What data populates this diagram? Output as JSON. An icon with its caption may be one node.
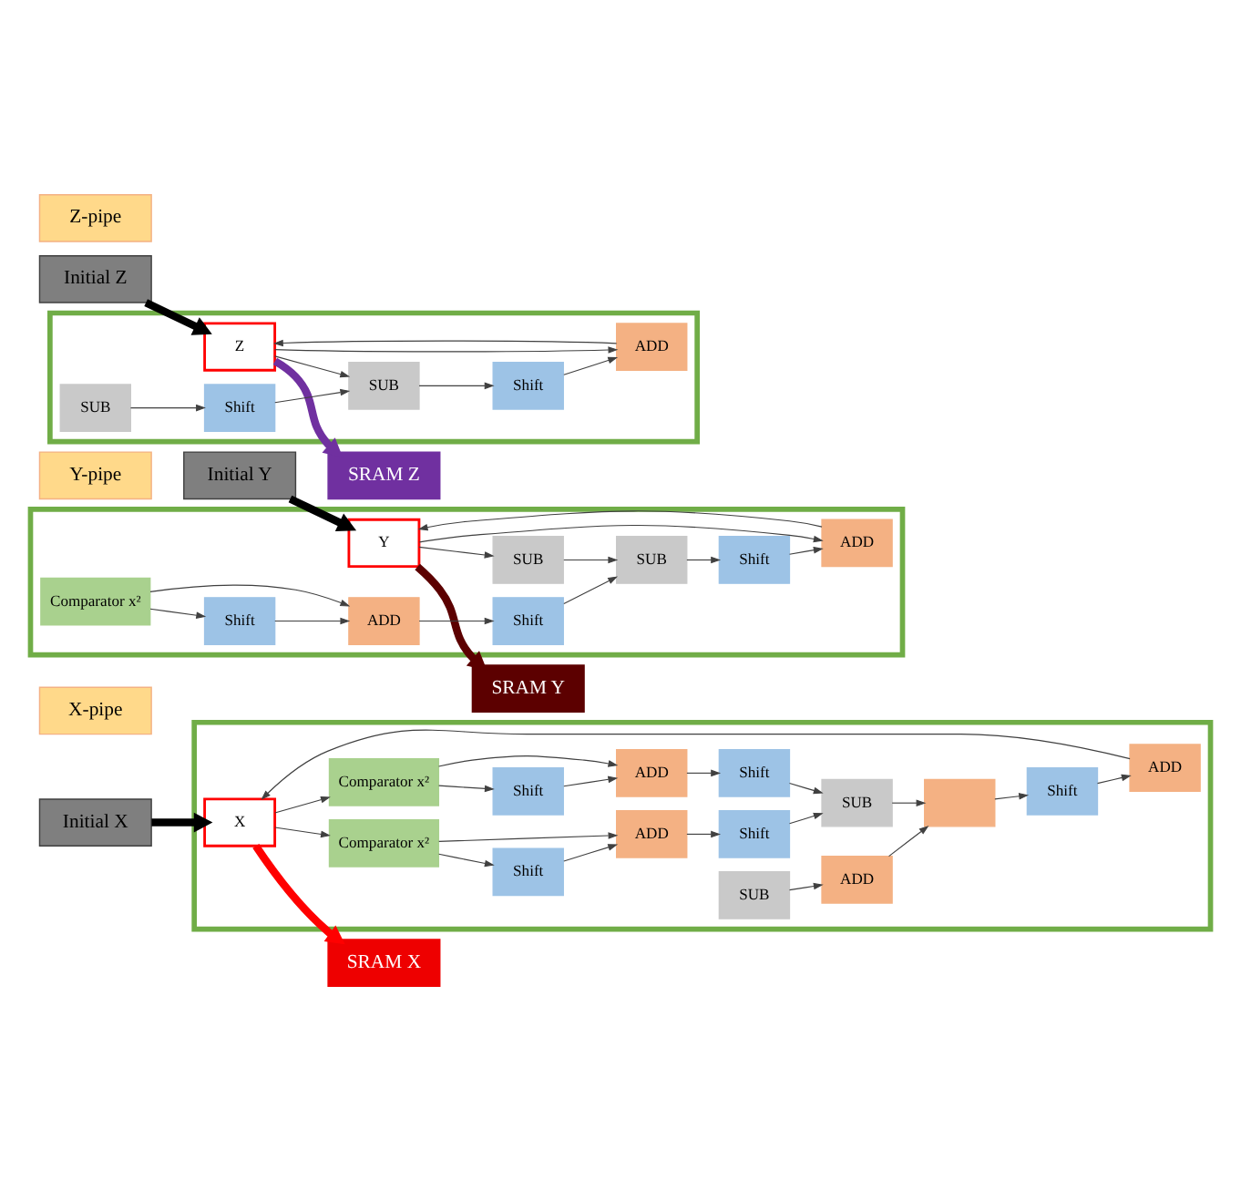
{
  "diagram": {
    "nodes": [
      {
        "text": [
          "Initial X"
        ]
      },
      {
        "text": [],
        "shape": "box"
      },
      {
        "text": [
          "X-pipe"
        ]
      },
      {
        "text": [
          "SRAM X"
        ]
      },
      {
        "text": [
          "X"
        ],
        "in": 1
      },
      {
        "text": [
          "ADD"
        ],
        "in": 1
      },
      {
        "text": [
          "Shift"
        ],
        "in": 1
      },
      {
        "text": [],
        "shape": "box",
        "in": 1
      },
      {
        "text": [
          "SUB"
        ],
        "in": 1
      },
      {
        "text": [
          "ADD"
        ],
        "in": 1
      },
      {
        "text": [
          "Comparator x²"
        ],
        "in": 1
      },
      {
        "text": [
          "Shift"
        ],
        "in": 1
      },
      {
        "text": [
          "ADD"
        ],
        "in": 1
      },
      {
        "text": [
          "Shift"
        ],
        "in": 1
      },
      {
        "text": [
          "SUB"
        ],
        "in": 1
      },
      {
        "text": [
          "Comparator x²"
        ],
        "in": 1
      },
      {
        "text": [
          "Shift"
        ],
        "in": 1
      },
      {
        "text": [
          "ADD"
        ],
        "in": 1
      },
      {
        "text": [
          "Shift"
        ],
        "in": 1
      },
      {
        "text": [
          "Initial Y"
        ]
      },
      {
        "text": [],
        "shape": "box"
      },
      {
        "text": [
          "Y-pipe"
        ]
      },
      {
        "text": [
          "SRAM Y"
        ]
      },
      {
        "text": [
          "Y"
        ],
        "in": 20
      },
      {
        "text": [
          "ADD"
        ],
        "in": 20
      },
      {
        "text": [
          "Shift"
        ],
        "in": 20
      },
      {
        "text": [
          "SUB"
        ],
        "in": 20
      },
      {
        "text": [
          "SUB"
        ],
        "in": 20
      },
      {
        "text": [
          "Comparator x²"
        ],
        "in": 20
      },
      {
        "text": [
          "Shift"
        ],
        "in": 20
      },
      {
        "text": [
          "ADD"
        ],
        "in": 20
      },
      {
        "text": [
          "Shift"
        ],
        "in": 20
      },
      {
        "text": [
          "Initial Z"
        ]
      },
      {
        "text": [],
        "shape": "box"
      },
      {
        "text": [
          "Z-pipe"
        ]
      },
      {
        "text": [
          "SRAM Z"
        ]
      },
      {
        "text": [
          "Z"
        ],
        "in": 33
      },
      {
        "text": [
          "ADD"
        ],
        "in": 33
      },
      {
        "text": [
          "Shift"
        ],
        "in": 33
      },
      {
        "text": [
          "SUB"
        ],
        "in": 33
      },
      {
        "text": [
          "Shift"
        ],
        "in": 33
      },
      {
        "text": [
          "SUB"
        ],
        "in": 33
      }
    ],
    "edges": [
      {
        "from": 0,
        "to": 4,
        "arrow": "to",
        "style": "thick"
      },
      {
        "from": 4,
        "to": 10,
        "arrow": "to"
      },
      {
        "from": 4,
        "to": 15,
        "arrow": "to"
      },
      {
        "from": 10,
        "to": 11,
        "arrow": "to"
      },
      {
        "from": 10,
        "to": 12,
        "arrow": "to"
      },
      {
        "from": 11,
        "to": 12,
        "arrow": "to"
      },
      {
        "from": 12,
        "to": 13,
        "arrow": "to"
      },
      {
        "from": 13,
        "to": 14,
        "arrow": "to"
      },
      {
        "from": 15,
        "to": 16,
        "arrow": "to"
      },
      {
        "from": 15,
        "to": 17,
        "arrow": "to"
      },
      {
        "from": 16,
        "to": 17,
        "arrow": "to"
      },
      {
        "from": 17,
        "to": 18,
        "arrow": "to"
      },
      {
        "from": 18,
        "to": 14,
        "arrow": "to"
      },
      {
        "from": 14,
        "to": 7,
        "arrow": "to"
      },
      {
        "from": 8,
        "to": 9,
        "arrow": "to"
      },
      {
        "from": 9,
        "to": 7,
        "arrow": "to"
      },
      {
        "from": 7,
        "to": 6,
        "arrow": "to"
      },
      {
        "from": 6,
        "to": 5,
        "arrow": "to"
      },
      {
        "from": 5,
        "to": 4,
        "arrow": "to"
      },
      {
        "from": 4,
        "to": 3,
        "arrow": "to",
        "style": "thick",
        "color": "#ff0000"
      },
      {
        "from": 19,
        "to": 23,
        "arrow": "to",
        "style": "thick"
      },
      {
        "from": 23,
        "to": 24,
        "arrow": "to"
      },
      {
        "from": 23,
        "to": 26,
        "arrow": "to"
      },
      {
        "from": 26,
        "to": 27,
        "arrow": "to"
      },
      {
        "from": 28,
        "to": 29,
        "arrow": "to"
      },
      {
        "from": 28,
        "to": 30,
        "arrow": "to"
      },
      {
        "from": 29,
        "to": 30,
        "arrow": "to"
      },
      {
        "from": 30,
        "to": 31,
        "arrow": "to"
      },
      {
        "from": 31,
        "to": 27,
        "arrow": "to"
      },
      {
        "from": 27,
        "to": 25,
        "arrow": "to"
      },
      {
        "from": 25,
        "to": 24,
        "arrow": "to"
      },
      {
        "from": 24,
        "to": 23,
        "arrow": "to"
      },
      {
        "from": 23,
        "to": 22,
        "arrow": "to",
        "style": "thick",
        "color": "#5c0000"
      },
      {
        "from": 32,
        "to": 36,
        "arrow": "to",
        "style": "thick"
      },
      {
        "from": 36,
        "to": 37,
        "arrow": "to"
      },
      {
        "from": 36,
        "to": 39,
        "arrow": "to"
      },
      {
        "from": 41,
        "to": 40,
        "arrow": "to"
      },
      {
        "from": 40,
        "to": 39,
        "arrow": "to"
      },
      {
        "from": 39,
        "to": 38,
        "arrow": "to"
      },
      {
        "from": 38,
        "to": 37,
        "arrow": "to"
      },
      {
        "from": 37,
        "to": 36,
        "arrow": "to"
      },
      {
        "from": 36,
        "to": 35,
        "arrow": "to",
        "style": "thick",
        "color": "#7030a0"
      }
    ]
  }
}
